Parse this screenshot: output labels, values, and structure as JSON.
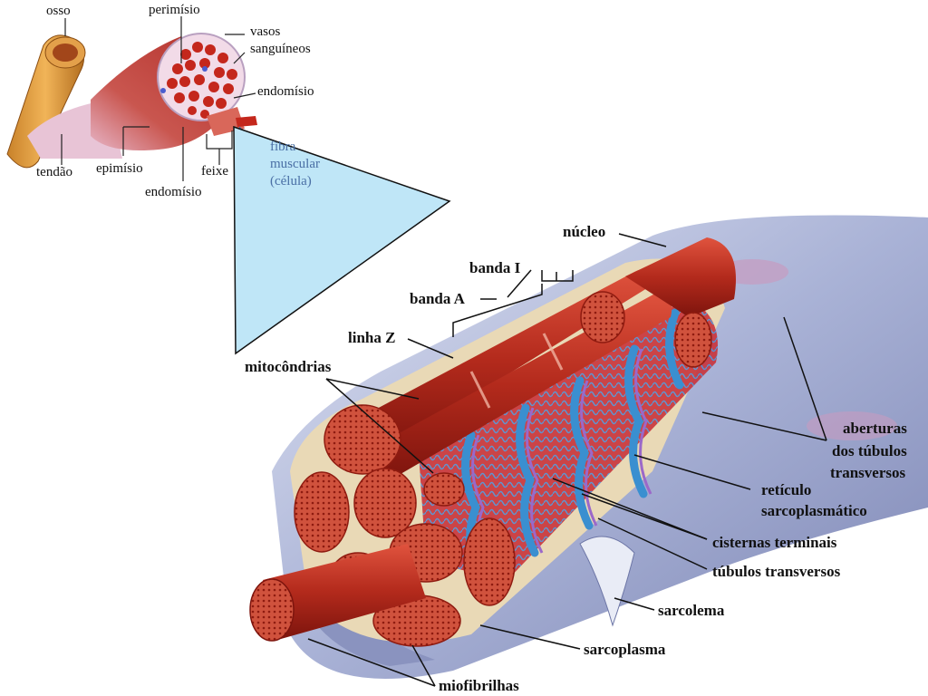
{
  "top_figure": {
    "labels": {
      "osso": "osso",
      "perimisio": "perimísio",
      "vasos": "vasos",
      "sanguineos": "sanguíneos",
      "endomisio_right": "endomísio",
      "tendao": "tendão",
      "epimisio": "epimísio",
      "feixe": "feixe",
      "endomisio_bottom": "endomísio",
      "fibra": "fibra",
      "muscular": "muscular",
      "celula": "(célula)"
    }
  },
  "main_figure": {
    "labels": {
      "nucleo": "núcleo",
      "banda_i": "banda I",
      "banda_a": "banda A",
      "linha_z": "linha Z",
      "mitocondrias": "mitocôndrias",
      "aberturas": "aberturas",
      "dos_tubulos": "dos túbulos",
      "transversos": "transversos",
      "reticulo": "retículo",
      "sarcoplasmatico": "sarcoplasmático",
      "cisternas": "cisternas terminais",
      "tubulos_transversos": "túbulos transversos",
      "sarcolema": "sarcolema",
      "sarcoplasma": "sarcoplasma",
      "miofibrilhas": "miofibrilhas"
    }
  },
  "colors": {
    "zoom_triangle": "#bfe6f7",
    "muscle_red": "#c0392b",
    "sarcolemma_blue": "#a9b4d6",
    "tubule_blue": "#3a8fd0"
  }
}
